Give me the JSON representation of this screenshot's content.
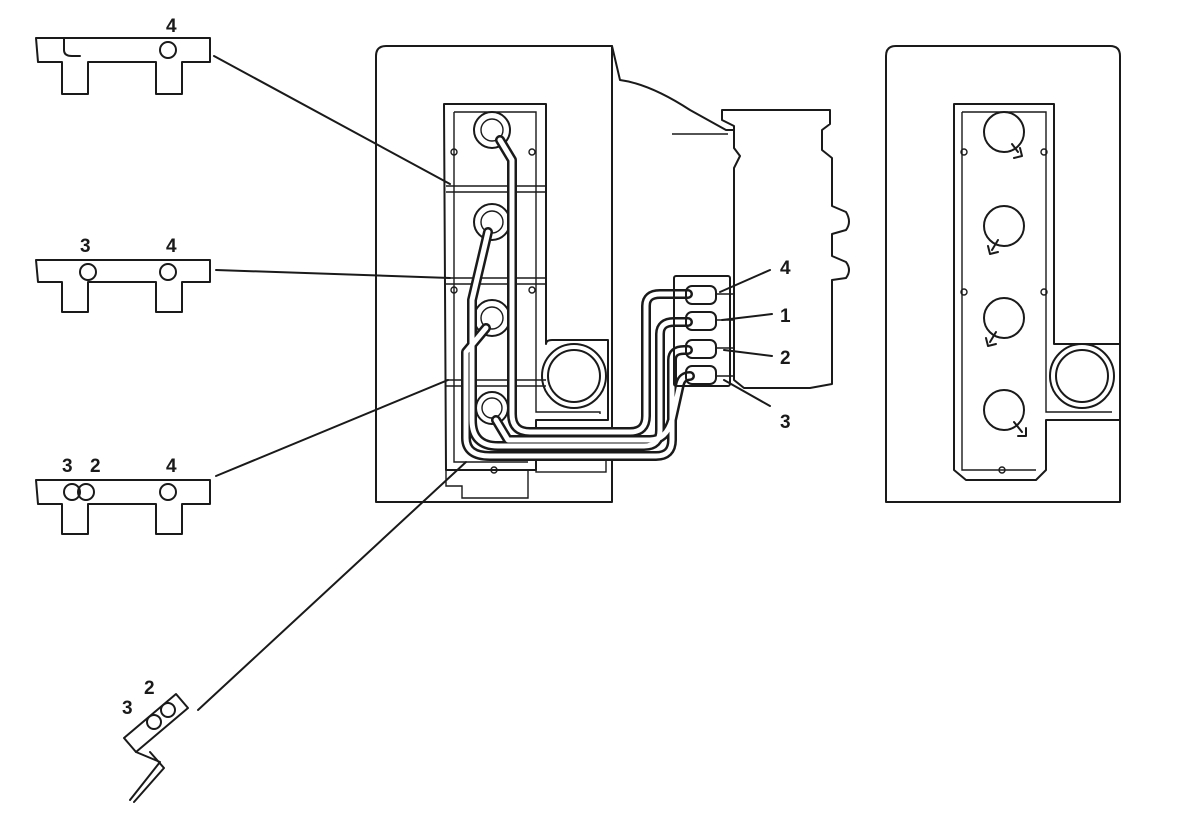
{
  "labels": {
    "clamp_a": {
      "n4": "4"
    },
    "clamp_b": {
      "n3": "3",
      "n4": "4"
    },
    "clamp_c": {
      "n3": "3",
      "n2": "2",
      "n4": "4"
    },
    "clamp_d": {
      "n2": "2",
      "n3": "3"
    },
    "leads": {
      "n4": "4",
      "n1": "1",
      "n2": "2",
      "n3": "3"
    }
  }
}
